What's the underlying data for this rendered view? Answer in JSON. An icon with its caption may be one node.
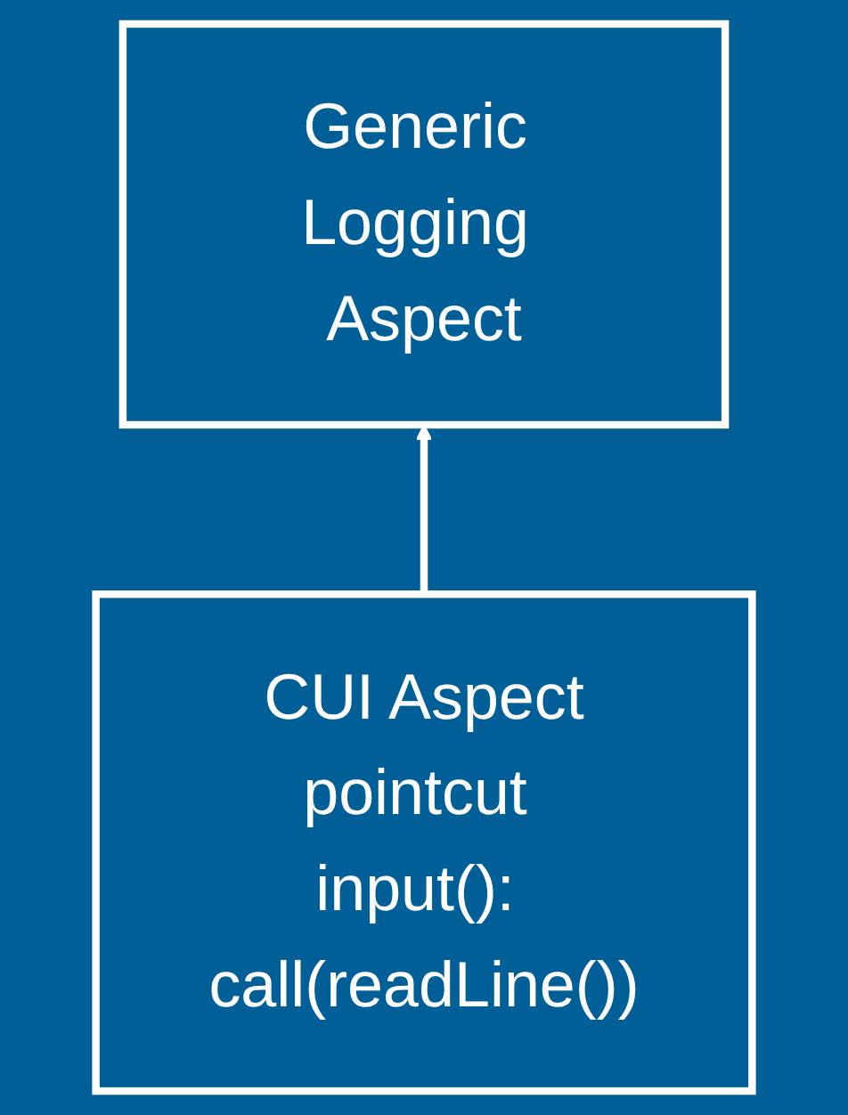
{
  "diagram": {
    "nodes": [
      {
        "text": [
          "Generic Logging Aspect"
        ]
      },
      {
        "text": [
          "CUI Aspect",
          "pointcut input(): call(readLine())"
        ]
      }
    ],
    "edges": [
      {
        "from": 1,
        "to": 0,
        "arrow": "to"
      }
    ]
  }
}
